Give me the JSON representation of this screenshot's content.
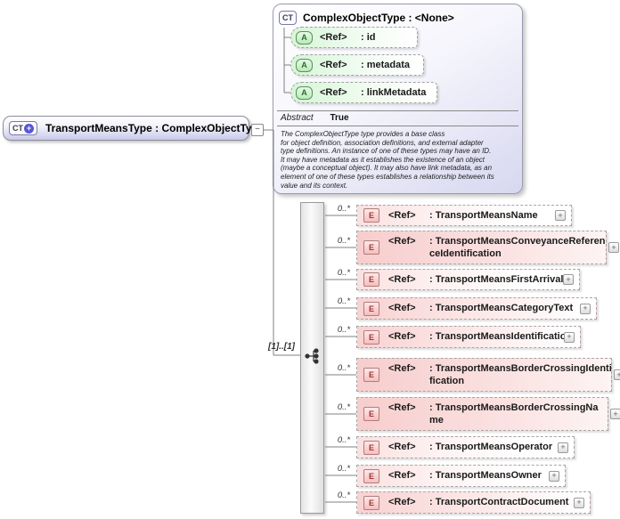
{
  "diagram": {
    "root": {
      "icon_label": "CT",
      "plus_badge": "+",
      "label": "TransportMeansType : ComplexObjectType"
    },
    "base": {
      "icon_label": "CT",
      "title": "ComplexObjectType : <None>",
      "attributes": [
        {
          "icon_label": "A",
          "ref": "<Ref>",
          "name": ": id"
        },
        {
          "icon_label": "A",
          "ref": "<Ref>",
          "name": ": metadata"
        },
        {
          "icon_label": "A",
          "ref": "<Ref>",
          "name": ": linkMetadata"
        }
      ],
      "abstract_label": "Abstract",
      "abstract_value": "True",
      "annotation": "The ComplexObjectType type provides a base class\nfor object definition, association definitions, and external adapter\ntype definitions. An instance of one of these types may have an ID.\nIt may have metadata as it establishes the existence of an object\n(maybe a conceptual object). It may also have link metadata, as an\nelement of one of these types establishes a relationship between its\nvalue and its context."
    },
    "group": {
      "cardinality": "[1]..[1]",
      "compositor": "sequence"
    },
    "elements": [
      {
        "occurs": "0..*",
        "icon_label": "E",
        "ref": "<Ref>",
        "name": ": TransportMeansName"
      },
      {
        "occurs": "0..*",
        "icon_label": "E",
        "ref": "<Ref>",
        "name": ": TransportMeansConveyanceReferenceIdentification"
      },
      {
        "occurs": "0..*",
        "icon_label": "E",
        "ref": "<Ref>",
        "name": ": TransportMeansFirstArrival"
      },
      {
        "occurs": "0..*",
        "icon_label": "E",
        "ref": "<Ref>",
        "name": ": TransportMeansCategoryText"
      },
      {
        "occurs": "0..*",
        "icon_label": "E",
        "ref": "<Ref>",
        "name": ": TransportMeansIdentification"
      },
      {
        "occurs": "0..*",
        "icon_label": "E",
        "ref": "<Ref>",
        "name": ": TransportMeansBorderCrossingIdentification"
      },
      {
        "occurs": "0..*",
        "icon_label": "E",
        "ref": "<Ref>",
        "name": ": TransportMeansBorderCrossingName"
      },
      {
        "occurs": "0..*",
        "icon_label": "E",
        "ref": "<Ref>",
        "name": ": TransportMeansOperator"
      },
      {
        "occurs": "0..*",
        "icon_label": "E",
        "ref": "<Ref>",
        "name": ": TransportMeansOwner"
      },
      {
        "occurs": "0..*",
        "icon_label": "E",
        "ref": "<Ref>",
        "name": ": TransportContractDocument"
      }
    ],
    "icons": {
      "collapse_glyph": "−",
      "expand_glyph": "+"
    },
    "colors": {
      "type_fill": "#d7d7f0",
      "attribute_fill": "#d6f5d6",
      "element_fill": "#f7cdcd",
      "line": "#808080",
      "plus_circle": "#5757d8"
    }
  }
}
